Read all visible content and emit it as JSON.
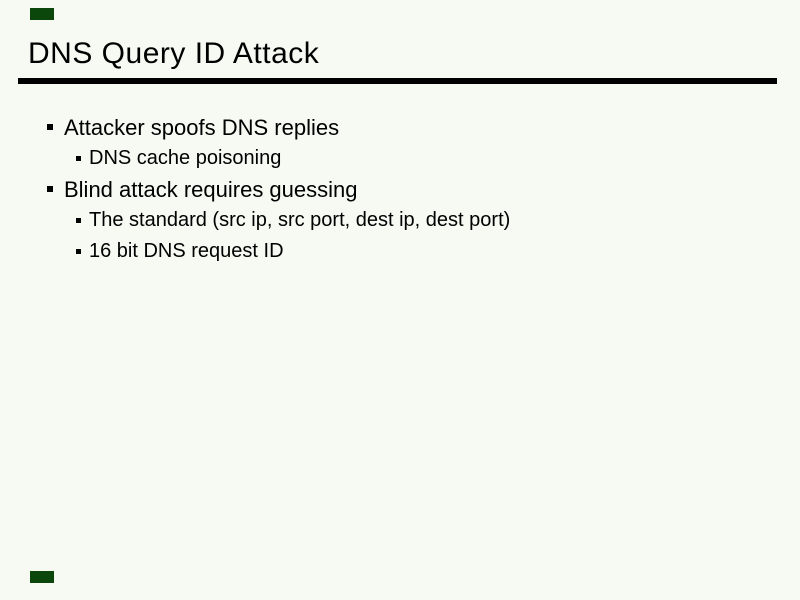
{
  "slide": {
    "title": "DNS Query ID Attack",
    "bullets": [
      {
        "level": 1,
        "text": "Attacker spoofs DNS replies"
      },
      {
        "level": 2,
        "text": "DNS cache poisoning"
      },
      {
        "level": 1,
        "text": "Blind attack requires guessing"
      },
      {
        "level": 2,
        "text": "The standard (src ip, src port, dest ip, dest port)"
      },
      {
        "level": 2,
        "text": "16 bit DNS request ID"
      }
    ],
    "colors": {
      "background": "#f6faf2",
      "text": "#000000",
      "title_rule": "#000000",
      "corner_marker": "#0b470b"
    }
  }
}
